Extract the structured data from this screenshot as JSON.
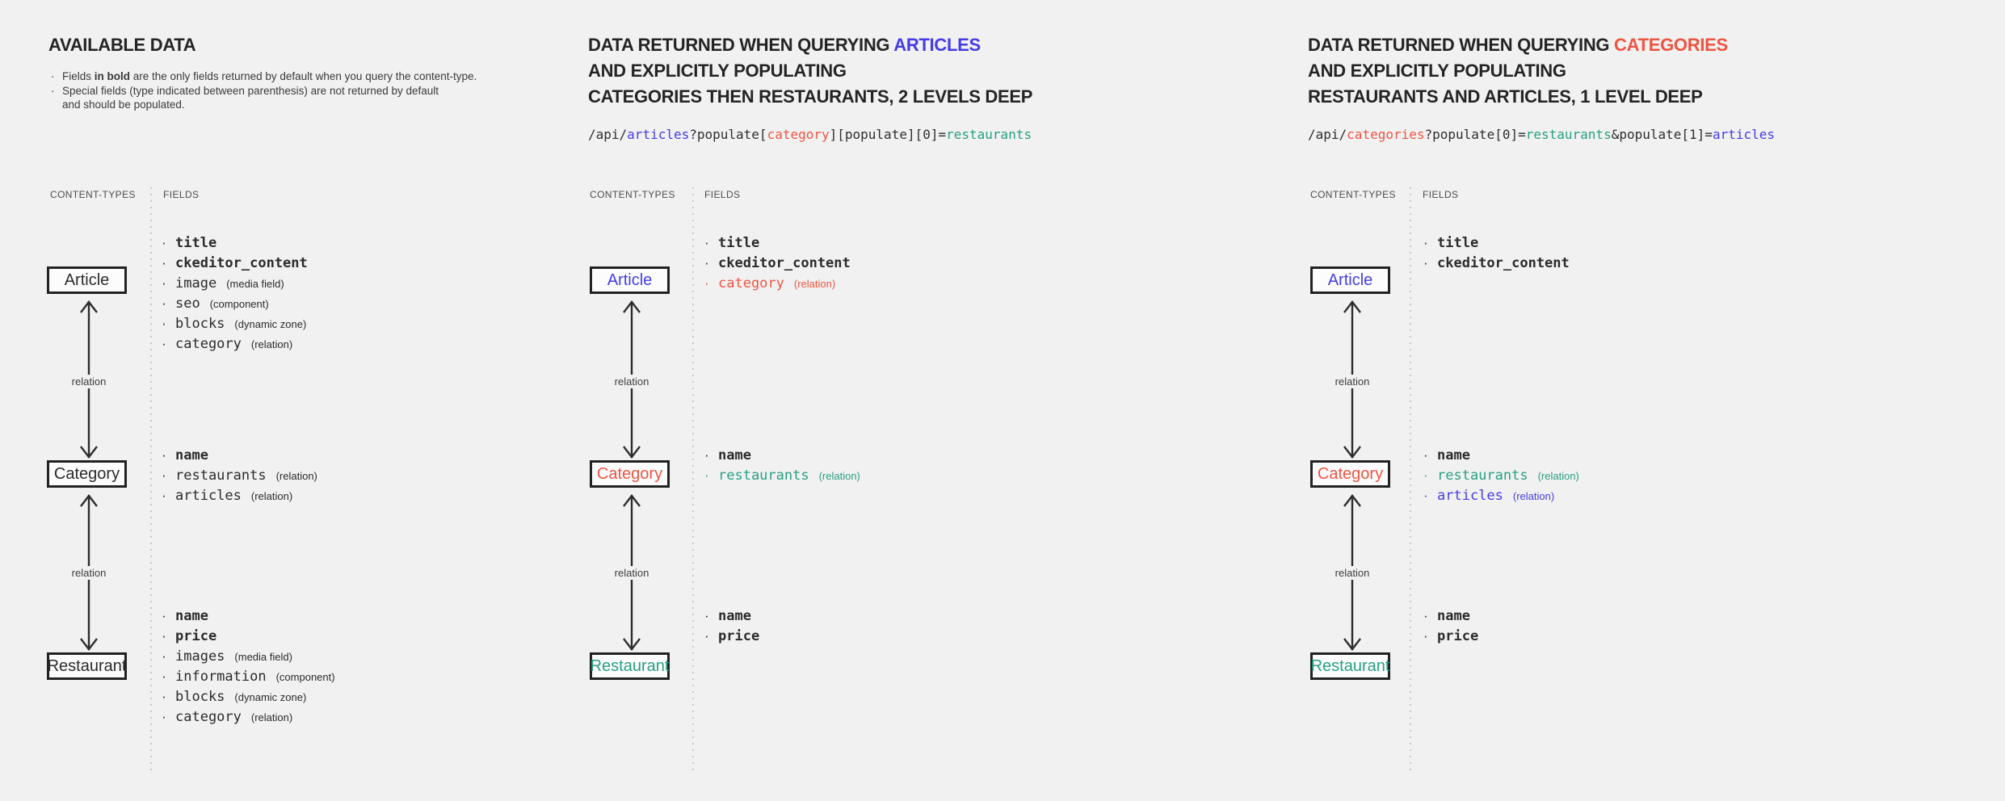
{
  "palette": {
    "background": "#f1f1f1",
    "dark": "#2e2e2e",
    "blue": "#443ce5",
    "red": "#ee5442",
    "teal": "#27a083",
    "box_border": "#222222"
  },
  "labels": {
    "content_types": "CONTENT-TYPES",
    "fields": "FIELDS",
    "relation": "relation",
    "bullet": "·"
  },
  "entities": {
    "article": "Article",
    "category": "Category",
    "restaurant": "Restaurant"
  },
  "col1": {
    "title": "AVAILABLE DATA",
    "note1_pre": "Fields ",
    "note1_bold": "in bold",
    "note1_post": " are the only fields returned by default when you query the content-type.",
    "note2_line1": "Special fields (type indicated between parenthesis) are not returned by default",
    "note2_line2": "and should be populated.",
    "article_fields": [
      {
        "name": "title",
        "bold": true
      },
      {
        "name": "ckeditor_content",
        "bold": true
      },
      {
        "name": "image",
        "type": "(media field)"
      },
      {
        "name": "seo",
        "type": "(component)"
      },
      {
        "name": "blocks",
        "type": "(dynamic zone)"
      },
      {
        "name": "category",
        "type": "(relation)"
      }
    ],
    "category_fields": [
      {
        "name": "name",
        "bold": true
      },
      {
        "name": "restaurants",
        "type": "(relation)"
      },
      {
        "name": "articles",
        "type": "(relation)"
      }
    ],
    "restaurant_fields": [
      {
        "name": "name",
        "bold": true
      },
      {
        "name": "price",
        "bold": true
      },
      {
        "name": "images",
        "type": "(media field)"
      },
      {
        "name": "information",
        "type": "(component)"
      },
      {
        "name": "blocks",
        "type": "(dynamic zone)"
      },
      {
        "name": "category",
        "type": "(relation)"
      }
    ]
  },
  "col2": {
    "title_line1_pre": "DATA RETURNED WHEN QUERYING ",
    "title_line1_accent": "ARTICLES",
    "title_line2": "AND EXPLICITLY POPULATING",
    "title_line3": "CATEGORIES THEN RESTAURANTS, 2 LEVELS DEEP",
    "api": [
      {
        "text": "/api/",
        "color": "dark"
      },
      {
        "text": "articles",
        "color": "blue"
      },
      {
        "text": "?populate[",
        "color": "dark"
      },
      {
        "text": "category",
        "color": "red"
      },
      {
        "text": "][populate][0]=",
        "color": "dark"
      },
      {
        "text": "restaurants",
        "color": "teal"
      }
    ],
    "article_fields": [
      {
        "name": "title",
        "bold": true
      },
      {
        "name": "ckeditor_content",
        "bold": true
      },
      {
        "name": "category",
        "type": "(relation)",
        "color": "red"
      }
    ],
    "category_fields": [
      {
        "name": "name",
        "bold": true
      },
      {
        "name": "restaurants",
        "type": "(relation)",
        "color": "teal"
      }
    ],
    "restaurant_fields": [
      {
        "name": "name",
        "bold": true
      },
      {
        "name": "price",
        "bold": true
      }
    ]
  },
  "col3": {
    "title_line1_pre": "DATA RETURNED WHEN QUERYING ",
    "title_line1_accent": "CATEGORIES",
    "title_line2": "AND EXPLICITLY POPULATING",
    "title_line3": "RESTAURANTS AND ARTICLES, 1 LEVEL DEEP",
    "api": [
      {
        "text": "/api/",
        "color": "dark"
      },
      {
        "text": "categories",
        "color": "red"
      },
      {
        "text": "?populate[0]=",
        "color": "dark"
      },
      {
        "text": "restaurants",
        "color": "teal"
      },
      {
        "text": "&populate[1]=",
        "color": "dark"
      },
      {
        "text": "articles",
        "color": "blue"
      }
    ],
    "article_fields": [
      {
        "name": "title",
        "bold": true
      },
      {
        "name": "ckeditor_content",
        "bold": true
      }
    ],
    "category_fields": [
      {
        "name": "name",
        "bold": true
      },
      {
        "name": "restaurants",
        "type": "(relation)",
        "color": "teal"
      },
      {
        "name": "articles",
        "type": "(relation)",
        "color": "blue"
      }
    ],
    "restaurant_fields": [
      {
        "name": "name",
        "bold": true
      },
      {
        "name": "price",
        "bold": true
      }
    ]
  }
}
